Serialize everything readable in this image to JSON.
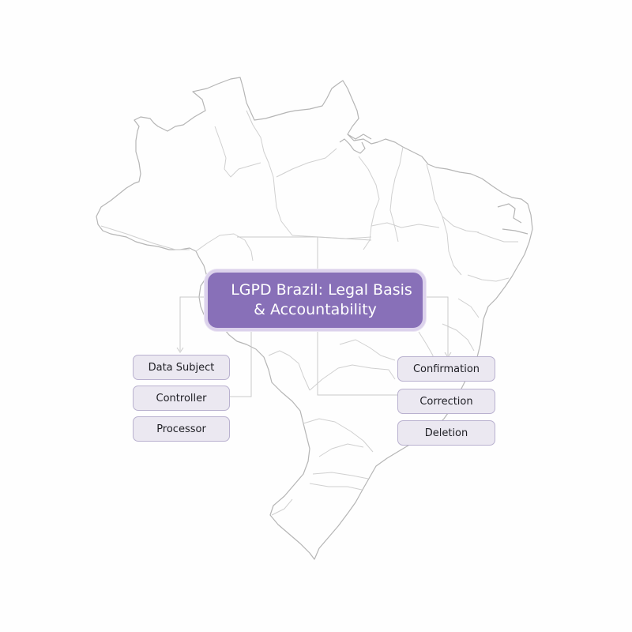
{
  "title": {
    "line1": "LGPD Brazil: Legal Basis",
    "line2": "& Accountability"
  },
  "left_nodes": [
    {
      "label": "Data Subject"
    },
    {
      "label": "Controller"
    },
    {
      "label": "Processor"
    }
  ],
  "right_nodes": [
    {
      "label": "Confirmation"
    },
    {
      "label": "Correction"
    },
    {
      "label": "Deletion"
    }
  ],
  "background": {
    "map": "brazil-states-outline-icon"
  },
  "colors": {
    "central_fill": "#8870b8",
    "central_border": "#dcd2ec",
    "node_fill": "#ebe8f1",
    "node_border": "#b9b1cf",
    "map_line": "#b8b8b8",
    "connector": "#c8c8c8"
  }
}
